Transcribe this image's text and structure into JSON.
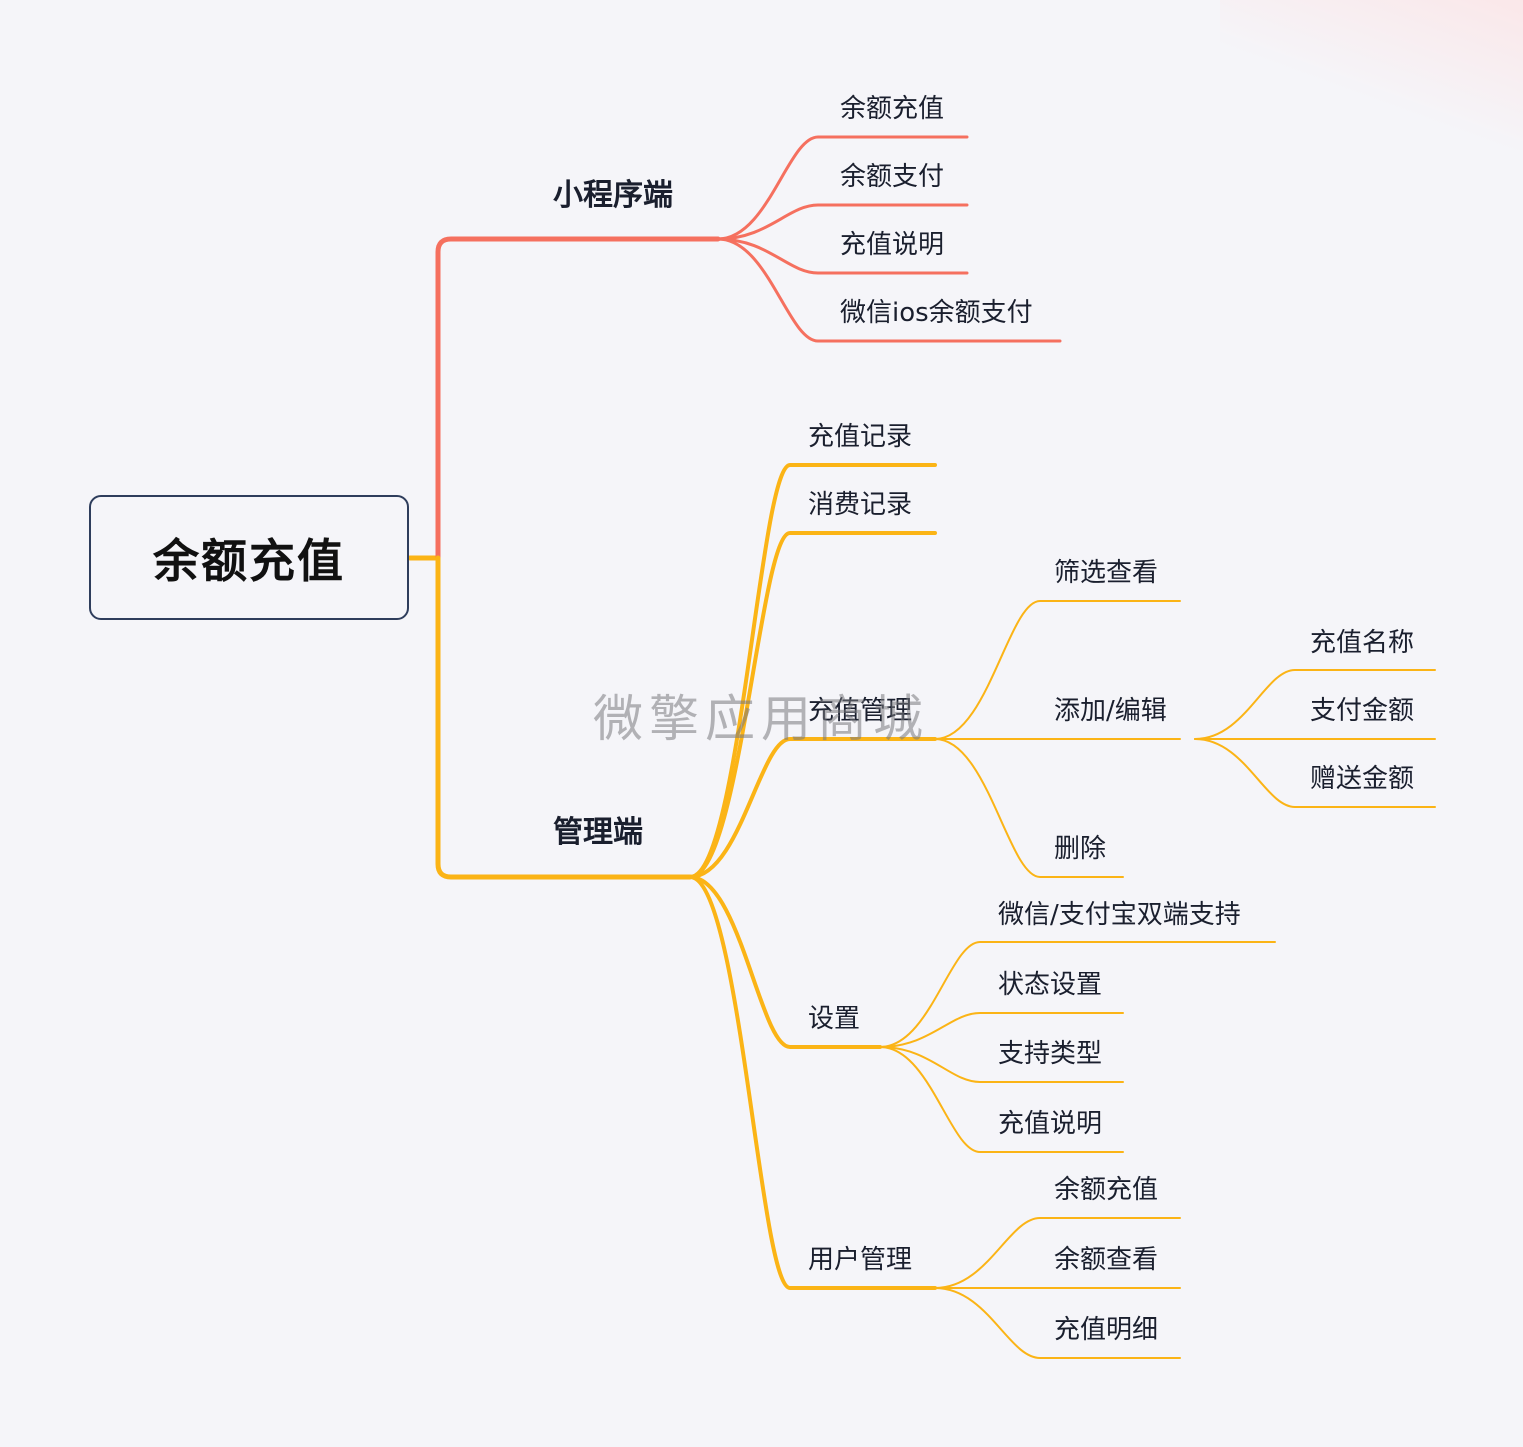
{
  "root": {
    "label": "余额充值"
  },
  "colors": {
    "branch_mini": "#f5705f",
    "branch_admin": "#fbb416",
    "root_border": "#2e3d5c",
    "background": "#f5f5f9"
  },
  "branches": [
    {
      "label": "小程序端",
      "children": [
        {
          "label": "余额充值"
        },
        {
          "label": "余额支付"
        },
        {
          "label": "充值说明"
        },
        {
          "label": "微信ios余额支付"
        }
      ]
    },
    {
      "label": "管理端",
      "children": [
        {
          "label": "充值记录"
        },
        {
          "label": "消费记录"
        },
        {
          "label": "充值管理",
          "children": [
            {
              "label": "筛选查看"
            },
            {
              "label": "添加/编辑",
              "children": [
                {
                  "label": "充值名称"
                },
                {
                  "label": "支付金额"
                },
                {
                  "label": "赠送金额"
                }
              ]
            },
            {
              "label": "删除"
            }
          ]
        },
        {
          "label": "设置",
          "children": [
            {
              "label": "微信/支付宝双端支持"
            },
            {
              "label": "状态设置"
            },
            {
              "label": "支持类型"
            },
            {
              "label": "充值说明"
            }
          ]
        },
        {
          "label": "用户管理",
          "children": [
            {
              "label": "余额充值"
            },
            {
              "label": "余额查看"
            },
            {
              "label": "充值明细"
            }
          ]
        }
      ]
    }
  ],
  "watermark": "微擎应用商城"
}
